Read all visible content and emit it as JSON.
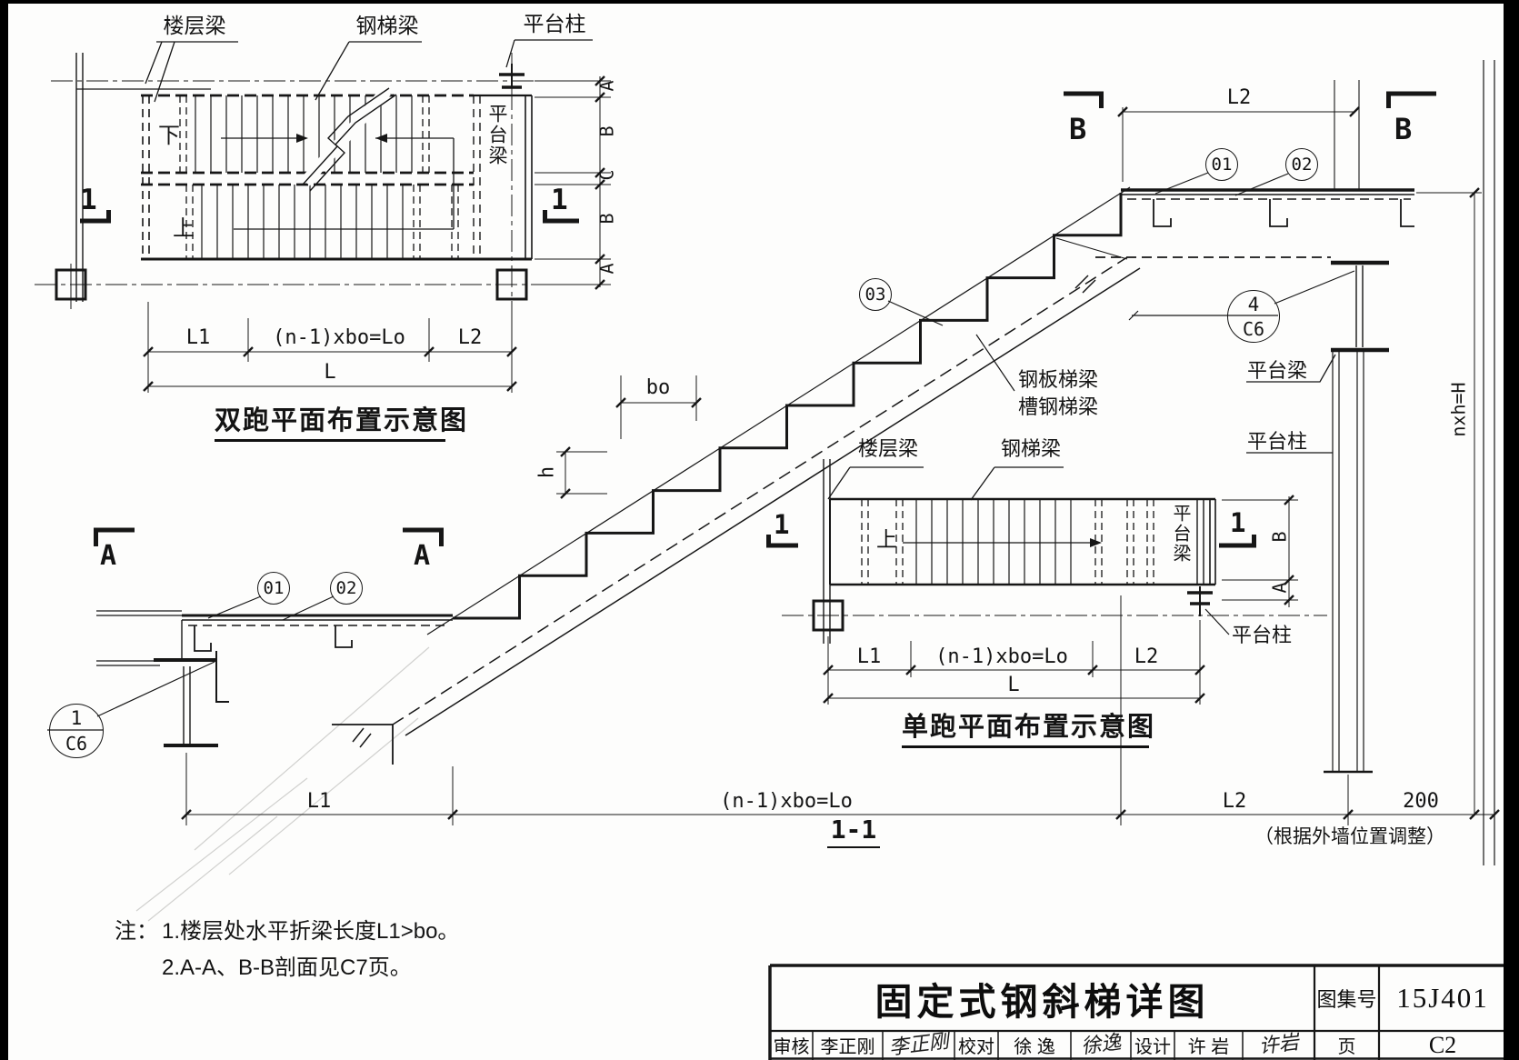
{
  "plan_double": {
    "label_floor_beam": "楼层梁",
    "label_stair_beam": "钢梯梁",
    "label_platform_column": "平台柱",
    "label_platform_beam": "平台梁",
    "dir_down": "下",
    "dir_up": "上",
    "section_mark_left": "1",
    "section_mark_right": "1",
    "side_dims": [
      "A",
      "B",
      "C",
      "B",
      "A"
    ],
    "dim_l1": "L1",
    "dim_lo": "(n-1)xbo=Lo",
    "dim_l2": "L2",
    "dim_l": "L",
    "title": "双跑平面布置示意图"
  },
  "section": {
    "mark_b_left": "B",
    "mark_b_right": "B",
    "mark_a_left": "A",
    "mark_a_right": "A",
    "dim_l2_top": "L2",
    "callout_01_top": "01",
    "callout_02_top": "02",
    "callout_03": "03",
    "callout_4_num": "4",
    "callout_4_ref": "C6",
    "callout_1_num": "1",
    "callout_1_ref": "C6",
    "callout_01_bottom": "01",
    "callout_02_bottom": "02",
    "label_plate_stringer": "钢板梯梁",
    "label_channel_stringer": "槽钢梯梁",
    "label_platform_beam": "平台梁",
    "label_platform_column": "平台柱",
    "dim_height": "nxh=H",
    "dim_bo": "bo",
    "dim_h": "h",
    "dim_l1": "L1",
    "dim_lo": "(n-1)xbo=Lo",
    "dim_l2": "L2",
    "dim_200": "200",
    "wall_note": "（根据外墙位置调整）",
    "title": "1-1"
  },
  "plan_single": {
    "label_floor_beam": "楼层梁",
    "label_stair_beam": "钢梯梁",
    "label_platform_beam": "平台梁",
    "label_platform_column": "平台柱",
    "dir_up": "上",
    "section_mark_left": "1",
    "section_mark_right": "1",
    "side_dim_b": "B",
    "side_dim_a": "A",
    "dim_l1": "L1",
    "dim_lo": "(n-1)xbo=Lo",
    "dim_l2": "L2",
    "dim_l": "L",
    "title": "单跑平面布置示意图"
  },
  "notes": {
    "prefix": "注：",
    "items": [
      "1.楼层处水平折梁长度L1>bo。",
      "2.A-A、B-B剖面见C7页。"
    ]
  },
  "title_block": {
    "title": "固定式钢斜梯详图",
    "atlas_label": "图集号",
    "atlas_no": "15J401",
    "page_label": "页",
    "page_no": "C2",
    "reviewer_label": "审核",
    "reviewer_name": "李正刚",
    "reviewer_sig": "李正刚",
    "checker_label": "校对",
    "checker_name": "徐  逸",
    "checker_sig": "徐逸",
    "designer_label": "设计",
    "designer_name": "许  岩",
    "designer_sig": "许岩"
  }
}
